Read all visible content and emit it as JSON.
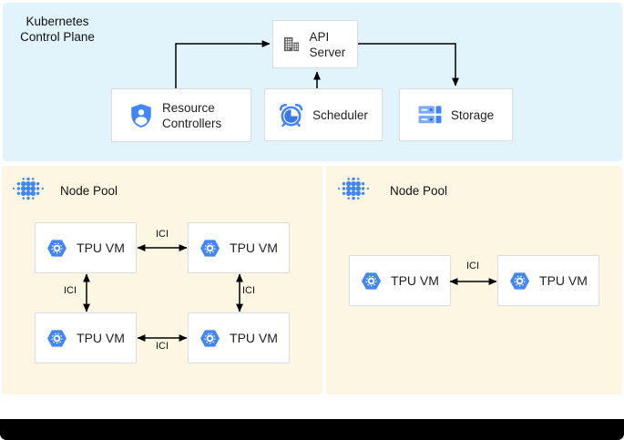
{
  "control_plane": {
    "label": "Kubernetes Control Plane",
    "api_server": {
      "label": "API Server",
      "icon": "building-icon"
    },
    "resource_controllers": {
      "label": "Resource Controllers",
      "icon": "shield-user-icon"
    },
    "scheduler": {
      "label": "Scheduler",
      "icon": "alarm-clock-icon"
    },
    "storage": {
      "label": "Storage",
      "icon": "storage-stack-icon"
    }
  },
  "node_pools": [
    {
      "label": "Node Pool",
      "icon": "dot-cluster-icon",
      "vms": [
        "TPU VM",
        "TPU VM",
        "TPU VM",
        "TPU VM"
      ],
      "links": [
        "ICI",
        "ICI",
        "ICI",
        "ICI"
      ]
    },
    {
      "label": "Node Pool",
      "icon": "dot-cluster-icon",
      "vms": [
        "TPU VM",
        "TPU VM"
      ],
      "links": [
        "ICI"
      ]
    }
  ],
  "vm_icon": "tpu-hexagon-icon",
  "colors": {
    "control_plane_bg": "#e1f3fb",
    "node_pool_bg": "#fdf6e2",
    "accent_blue": "#4285f4",
    "dark_blue": "#1a73e8",
    "icon_gray": "#616161",
    "box_border": "#dadce0",
    "arrow": "#000000"
  }
}
